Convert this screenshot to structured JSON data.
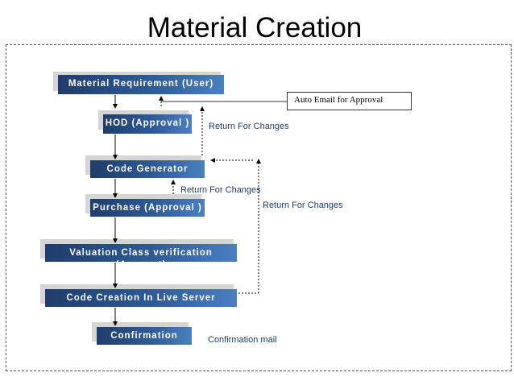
{
  "title": "Material Creation",
  "steps": [
    {
      "label": "Material Requirement (User)"
    },
    {
      "label": "HOD (Approval )"
    },
    {
      "label": "Code Generator"
    },
    {
      "label": "Purchase (Approval )"
    },
    {
      "label": "Valuation Class verification (Account)"
    },
    {
      "label": "Code Creation In Live Server"
    },
    {
      "label": "Confirmation"
    }
  ],
  "notes": {
    "auto_email": "Auto Email for Approval",
    "return1": "Return For Changes",
    "return2": "Return For Changes",
    "return3": "Return For Changes",
    "confirmation_mail": "Confirmation  mail"
  },
  "colors": {
    "box": "#2d5a94",
    "shadow": "#d4d4d4",
    "label": "#1f3d6b"
  }
}
